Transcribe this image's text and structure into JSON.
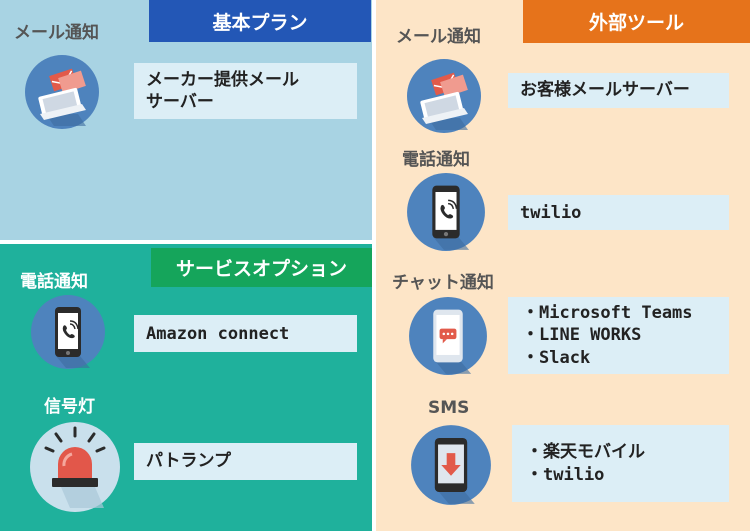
{
  "basic": {
    "badge": "基本プラン",
    "mail_label": "メール通知",
    "mail_box": "メーカー提供メール\nサーバー"
  },
  "option": {
    "badge": "サービスオプション",
    "phone_label": "電話通知",
    "phone_box": "Amazon connect",
    "signal_label": "信号灯",
    "signal_box": "パトランプ"
  },
  "external": {
    "badge": "外部ツール",
    "mail_label": "メール通知",
    "mail_box": "お客様メールサーバー",
    "phone_label": "電話通知",
    "phone_box": "twilio",
    "chat_label": "チャット通知",
    "chat_items": [
      "・Microsoft Teams",
      "・LINE WORKS",
      "・Slack"
    ],
    "sms_label": "SMS",
    "sms_items": [
      "・楽天モバイル",
      "・twilio"
    ]
  },
  "icons": [
    "laptop-mail-icon",
    "phone-call-icon",
    "siren-icon",
    "chat-phone-icon",
    "sms-download-icon"
  ],
  "colors": {
    "basic_panel": "#a8d3e3",
    "option_panel": "#1fb19c",
    "external_panel": "#fde5c7",
    "basic_badge": "#2357b6",
    "option_badge": "#15a55b",
    "external_badge": "#e6731b",
    "icon_circle": "#4e83bd"
  }
}
